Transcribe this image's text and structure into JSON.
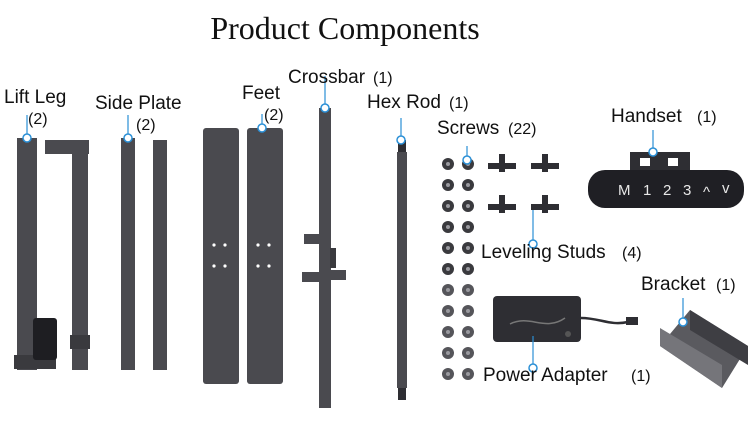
{
  "title": "Product Components",
  "components": [
    {
      "name": "Lift Leg",
      "qty": "(2)"
    },
    {
      "name": "Side Plate",
      "qty": "(2)"
    },
    {
      "name": "Feet",
      "qty": "(2)"
    },
    {
      "name": "Crossbar",
      "qty": "(1)"
    },
    {
      "name": "Hex Rod",
      "qty": "(1)"
    },
    {
      "name": "Screws",
      "qty": "(22)"
    },
    {
      "name": "Handset",
      "qty": "(1)"
    },
    {
      "name": "Leveling Studs",
      "qty": "(4)"
    },
    {
      "name": "Bracket",
      "qty": "(1)"
    },
    {
      "name": "Power Adapter",
      "qty": "(1)"
    }
  ],
  "handset_buttons": [
    "M",
    "1",
    "2",
    "3",
    "^",
    "v"
  ],
  "colors": {
    "part": "#4a4a4f",
    "part_dark": "#2e2e33",
    "callout": "#2a8fd6",
    "text": "#111111"
  }
}
